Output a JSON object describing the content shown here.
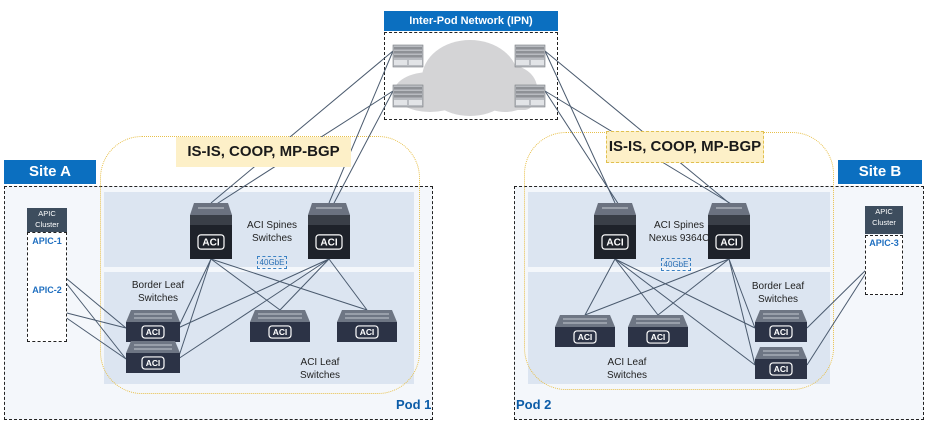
{
  "ipn": {
    "title": "Inter-Pod Network (IPN)",
    "router_count": 4
  },
  "sites": [
    {
      "name": "Site A",
      "apic_cluster": {
        "title_line1": "APIC",
        "title_line2": "Cluster",
        "nodes": [
          "APIC-1",
          "APIC-2"
        ],
        "device_label": "APIC"
      }
    },
    {
      "name": "Site B",
      "apic_cluster": {
        "title_line1": "APIC",
        "title_line2": "Cluster",
        "nodes": [
          "APIC-3"
        ],
        "device_label": "APIC"
      }
    }
  ],
  "pods": [
    {
      "name": "Pod 1",
      "protocols": "IS-IS, COOP, MP-BGP",
      "spine_label_line1": "ACI Spines",
      "spine_label_line2": "Switches",
      "link_speed": "40GbE",
      "border_leaf_label_line1": "Border Leaf",
      "border_leaf_label_line2": "Switches",
      "leaf_label_line1": "ACI Leaf",
      "leaf_label_line2": "Switches"
    },
    {
      "name": "Pod 2",
      "protocols": "IS-IS, COOP, MP-BGP",
      "spine_label_line1": "ACI Spines",
      "spine_label_line2": "Nexus 9364C",
      "link_speed": "40GbE",
      "border_leaf_label_line1": "Border Leaf",
      "border_leaf_label_line2": "Switches",
      "leaf_label_line1": "ACI Leaf",
      "leaf_label_line2": "Switches"
    }
  ],
  "device_badge": "ACI",
  "colors": {
    "tab_blue": "#0b6fc0",
    "band": "#dce5f1",
    "pod_outline": "#e8c04a",
    "protocol_fill": "#fdf0c8",
    "link": "#4a5a6e",
    "device_dark": "#2a3140",
    "apic_name": "#1f6fc0"
  }
}
